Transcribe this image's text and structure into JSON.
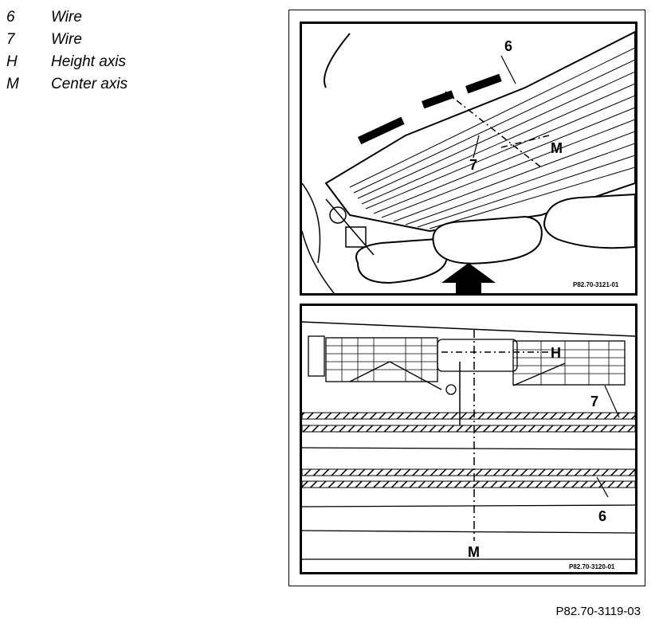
{
  "legend": [
    {
      "key": "6",
      "label": "Wire"
    },
    {
      "key": "7",
      "label": "Wire"
    },
    {
      "key": "H",
      "label": "Height axis"
    },
    {
      "key": "M",
      "label": "Center axis"
    }
  ],
  "top_panel": {
    "callout_6": "6",
    "callout_7": "7",
    "callout_m": "M",
    "code": "P82.70-3121-01"
  },
  "bottom_panel": {
    "callout_h": "H",
    "callout_7": "7",
    "callout_6": "6",
    "callout_m": "M",
    "code": "P82.70-3120-01"
  },
  "reference_code": "P82.70-3119-03"
}
